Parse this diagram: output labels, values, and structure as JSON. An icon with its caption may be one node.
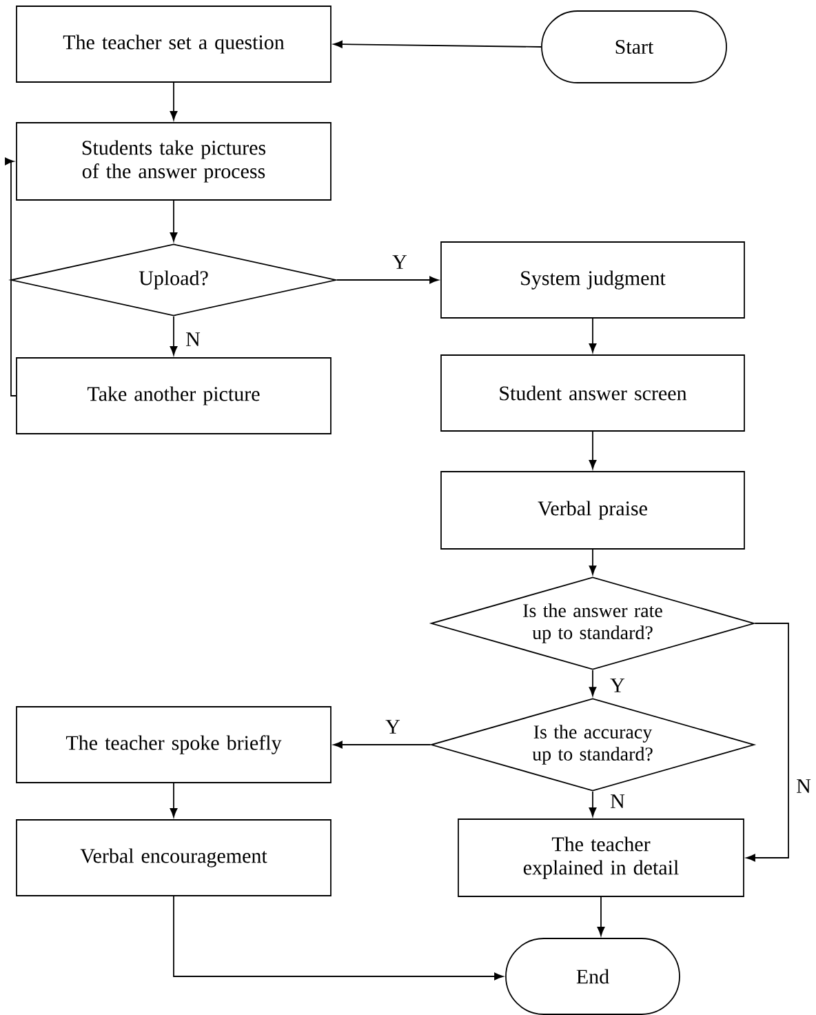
{
  "diagram": {
    "nodes": [
      {
        "text": [
          "The teacher set a question"
        ]
      },
      {
        "text": [
          "Start"
        ]
      },
      {
        "text": [
          "Students take pictures of the answer process"
        ]
      },
      {
        "text": [
          "Upload?"
        ]
      },
      {
        "text": [
          "System judgment"
        ]
      },
      {
        "text": [
          "Take another picture"
        ]
      },
      {
        "text": [
          "Student answer screen"
        ]
      },
      {
        "text": [
          "Verbal praise"
        ]
      },
      {
        "text": [
          "Is the answer rate up to standard?"
        ]
      },
      {
        "text": [
          "Is the accuracy up to standard?"
        ]
      },
      {
        "text": [
          "The teacher spoke briefly"
        ]
      },
      {
        "text": [
          "Verbal encouragement"
        ]
      },
      {
        "text": [
          "The teacher explained in detail"
        ]
      },
      {
        "text": [
          "End"
        ]
      }
    ],
    "edges": [
      {
        "from": 1,
        "to": 0,
        "arrow": "to"
      },
      {
        "from": 0,
        "to": 2,
        "arrow": "to"
      },
      {
        "from": 2,
        "to": 3,
        "arrow": "to"
      },
      {
        "from": 3,
        "to": 4,
        "arrow": "to",
        "label": "Y"
      },
      {
        "from": 3,
        "to": 5,
        "arrow": "to",
        "label": "N"
      },
      {
        "from": 5,
        "to": 2,
        "arrow": "to"
      },
      {
        "from": 4,
        "to": 6,
        "arrow": "to"
      },
      {
        "from": 6,
        "to": 7,
        "arrow": "to"
      },
      {
        "from": 7,
        "to": 8,
        "arrow": "to"
      },
      {
        "from": 8,
        "to": 9,
        "arrow": "to",
        "label": "Y"
      },
      {
        "from": 8,
        "to": 12,
        "arrow": "to",
        "label": "N"
      },
      {
        "from": 9,
        "to": 10,
        "arrow": "to",
        "label": "Y"
      },
      {
        "from": 9,
        "to": 12,
        "arrow": "to",
        "label": "N"
      },
      {
        "from": 10,
        "to": 11,
        "arrow": "to"
      },
      {
        "from": 11,
        "to": 13,
        "arrow": "to"
      },
      {
        "from": 12,
        "to": 13,
        "arrow": "to"
      }
    ]
  }
}
